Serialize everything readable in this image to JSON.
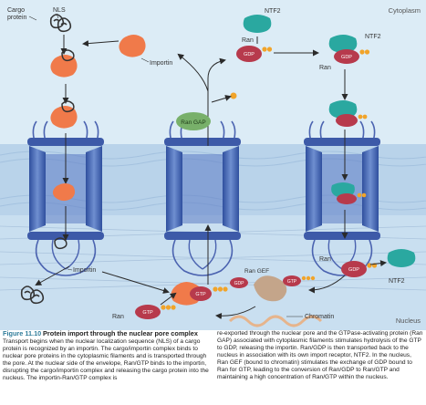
{
  "figure": {
    "regions": {
      "cytoplasm": "Cytoplasm",
      "nucleus": "Nucleus"
    },
    "labels": {
      "cargo_protein_line1": "Cargo",
      "cargo_protein_line2": "protein",
      "nls": "NLS",
      "importin_top": "Importin",
      "importin_bottom": "Importin",
      "ntf2_top": "NTF2",
      "ntf2_top_right": "NTF2",
      "ntf2_bottom": "NTF2",
      "ran_top": "Ran",
      "ran_mid": "Ran",
      "ran_bottom_left": "Ran",
      "ran_bottom_right": "Ran",
      "ran_gap": "Ran GAP",
      "ran_gef": "Ran GEF",
      "chromatin": "Chromatin",
      "gdp": "GDP",
      "gtp": "GTP"
    },
    "colors": {
      "cytoplasm_bg": "#dcecf6",
      "nucleus_bg": "#c9dff0",
      "pore": "#3f5fae",
      "cargo": "#f07a4a",
      "ran": "#b73a4c",
      "ntf2": "#2aa8a0",
      "ran_gap": "#78b06a",
      "ran_gef": "#c4a58a",
      "nucleotide": "#f1a42a"
    }
  },
  "caption": {
    "figure_number": "Figure 11.10",
    "title": "Protein import through the nuclear pore complex",
    "left_text": "Transport begins when the nuclear localization sequence (NLS) of a cargo protein is recognized by an importin. The cargo/importin complex binds to nuclear pore proteins in the cytoplasmic filaments and is transported through the pore. At the nuclear side of the envelope, Ran/GTP binds to the importin, disrupting the cargo/importin complex and releasing the cargo protein into the nucleus. The importin-Ran/GTP complex is",
    "right_text": "re-exported through the nuclear pore and the GTPase-activating protein (Ran GAP) associated with cytoplasmic filaments stimulates hydrolysis of the GTP to GDP, releasing the importin. Ran/GDP is then transported back to the nucleus in association with its own import receptor, NTF2. In the nucleus, Ran GEF (bound to chromatin) stimulates the exchange of GDP bound to Ran for GTP, leading to the conversion of Ran/GDP to Ran/GTP and maintaining a high concentration of Ran/GTP within the nucleus."
  }
}
